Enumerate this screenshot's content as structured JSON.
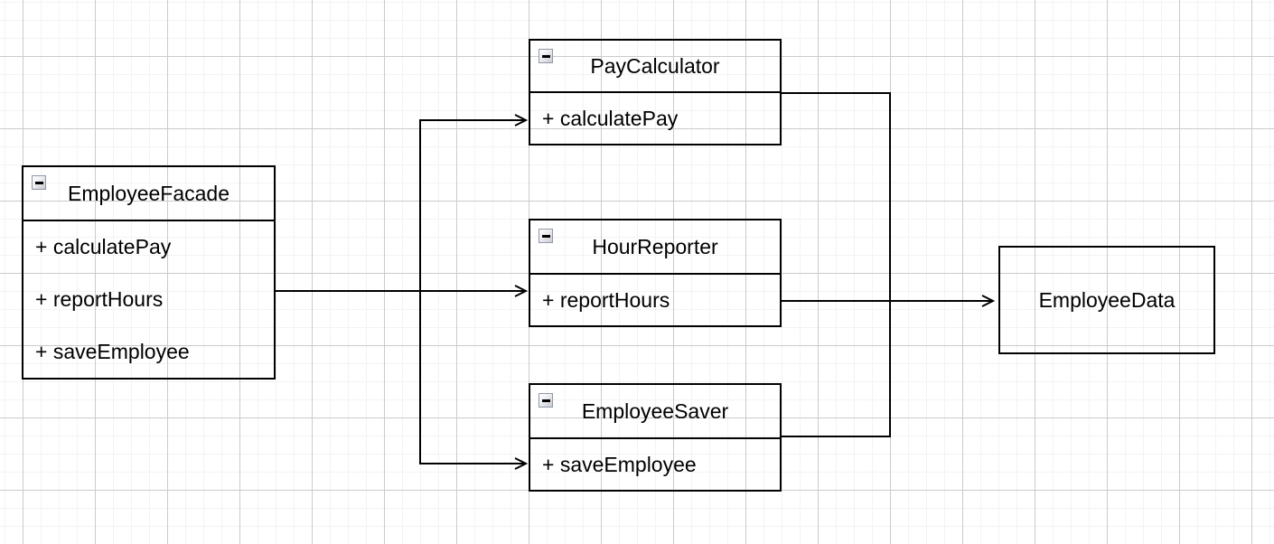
{
  "diagram": {
    "type": "uml-class-diagram",
    "classes": [
      {
        "title": "EmployeeFacade",
        "members": [
          "+ calculatePay",
          "+ reportHours",
          "+ saveEmployee"
        ]
      },
      {
        "title": "PayCalculator",
        "members": [
          "+ calculatePay"
        ]
      },
      {
        "title": "HourReporter",
        "members": [
          "+ reportHours"
        ]
      },
      {
        "title": "EmployeeSaver",
        "members": [
          "+ saveEmployee"
        ]
      },
      {
        "title": "EmployeeData",
        "members": []
      }
    ],
    "edges": [
      {
        "from": "EmployeeFacade",
        "to": "PayCalculator"
      },
      {
        "from": "EmployeeFacade",
        "to": "HourReporter"
      },
      {
        "from": "EmployeeFacade",
        "to": "EmployeeSaver"
      },
      {
        "from": "PayCalculator",
        "to": "EmployeeData"
      },
      {
        "from": "HourReporter",
        "to": "EmployeeData"
      },
      {
        "from": "EmployeeSaver",
        "to": "EmployeeData"
      }
    ],
    "icons": {
      "collapse": "minus-icon"
    },
    "colors": {
      "background": "#ffffff",
      "grid_minor": "#f3f3f3",
      "grid_major": "#cbcbcb",
      "stroke": "#000000",
      "text": "#000000",
      "collapse_border": "#8e99a6",
      "collapse_fill": "#c9c9d1"
    }
  }
}
